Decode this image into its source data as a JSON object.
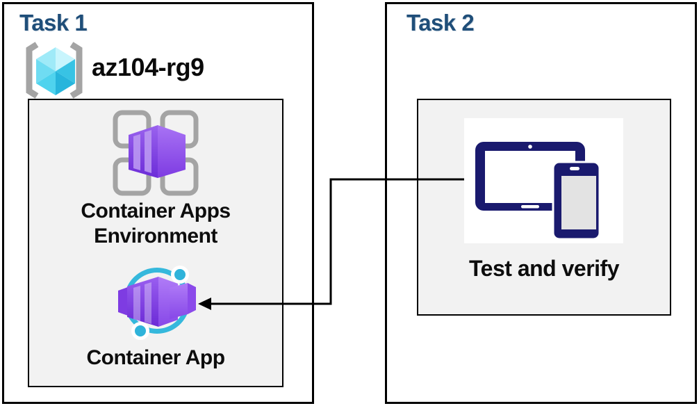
{
  "diagram": {
    "task1": {
      "title": "Task 1",
      "resource_group": {
        "name": "az104-rg9",
        "icon": "resource-group-icon"
      },
      "environment": {
        "label_lines": [
          "Container Apps",
          "Environment"
        ],
        "icon": "container-apps-environment-icon"
      },
      "container_app": {
        "label": "Container App",
        "icon": "container-app-icon"
      }
    },
    "task2": {
      "title": "Task 2",
      "test_and_verify": {
        "label": "Test and verify",
        "icon": "devices-icon"
      }
    },
    "connector": {
      "type": "elbow-arrow",
      "from": "test_and_verify",
      "to": "container_app"
    },
    "colors": {
      "title_blue": "#1F4E79",
      "border_black": "#000000",
      "panel_gray": "#F2F2F2",
      "icon_purple": "#7B3FE4",
      "icon_cyan": "#35B8DC",
      "icon_navy": "#1A1A6E",
      "icon_gray": "#A4A4A4",
      "cube_cyan": "#50D9F0"
    }
  }
}
